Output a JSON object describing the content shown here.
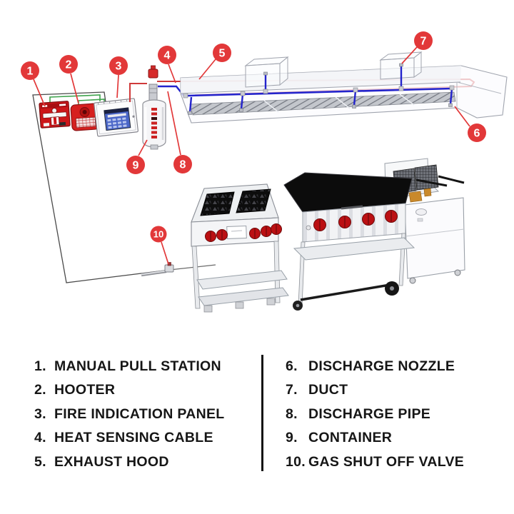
{
  "diagram": {
    "title": "kitchen fire suppression system diagram",
    "callouts": [
      {
        "num": "1"
      },
      {
        "num": "2"
      },
      {
        "num": "3"
      },
      {
        "num": "4"
      },
      {
        "num": "5"
      },
      {
        "num": "6"
      },
      {
        "num": "7"
      },
      {
        "num": "8"
      },
      {
        "num": "9"
      },
      {
        "num": "10"
      }
    ]
  },
  "legend": {
    "left": [
      {
        "num": "1.",
        "label": "MANUAL PULL STATION"
      },
      {
        "num": "2.",
        "label": "HOOTER"
      },
      {
        "num": "3.",
        "label": "FIRE INDICATION PANEL"
      },
      {
        "num": "4.",
        "label": "HEAT SENSING CABLE"
      },
      {
        "num": "5.",
        "label": "EXHAUST HOOD"
      }
    ],
    "right": [
      {
        "num": "6.",
        "label": "DISCHARGE NOZZLE"
      },
      {
        "num": "7.",
        "label": "DUCT"
      },
      {
        "num": "8.",
        "label": "DISCHARGE PIPE"
      },
      {
        "num": "9.",
        "label": "CONTAINER"
      },
      {
        "num": "10.",
        "label": "GAS SHUT OFF VALVE"
      }
    ]
  },
  "colors": {
    "callout_red": "#e23839",
    "device_red": "#cc1619",
    "pipe_blue": "#2323cc",
    "cable_red": "#cf3a3a",
    "wire_green": "#3fa34d",
    "legend_text": "#161616"
  }
}
